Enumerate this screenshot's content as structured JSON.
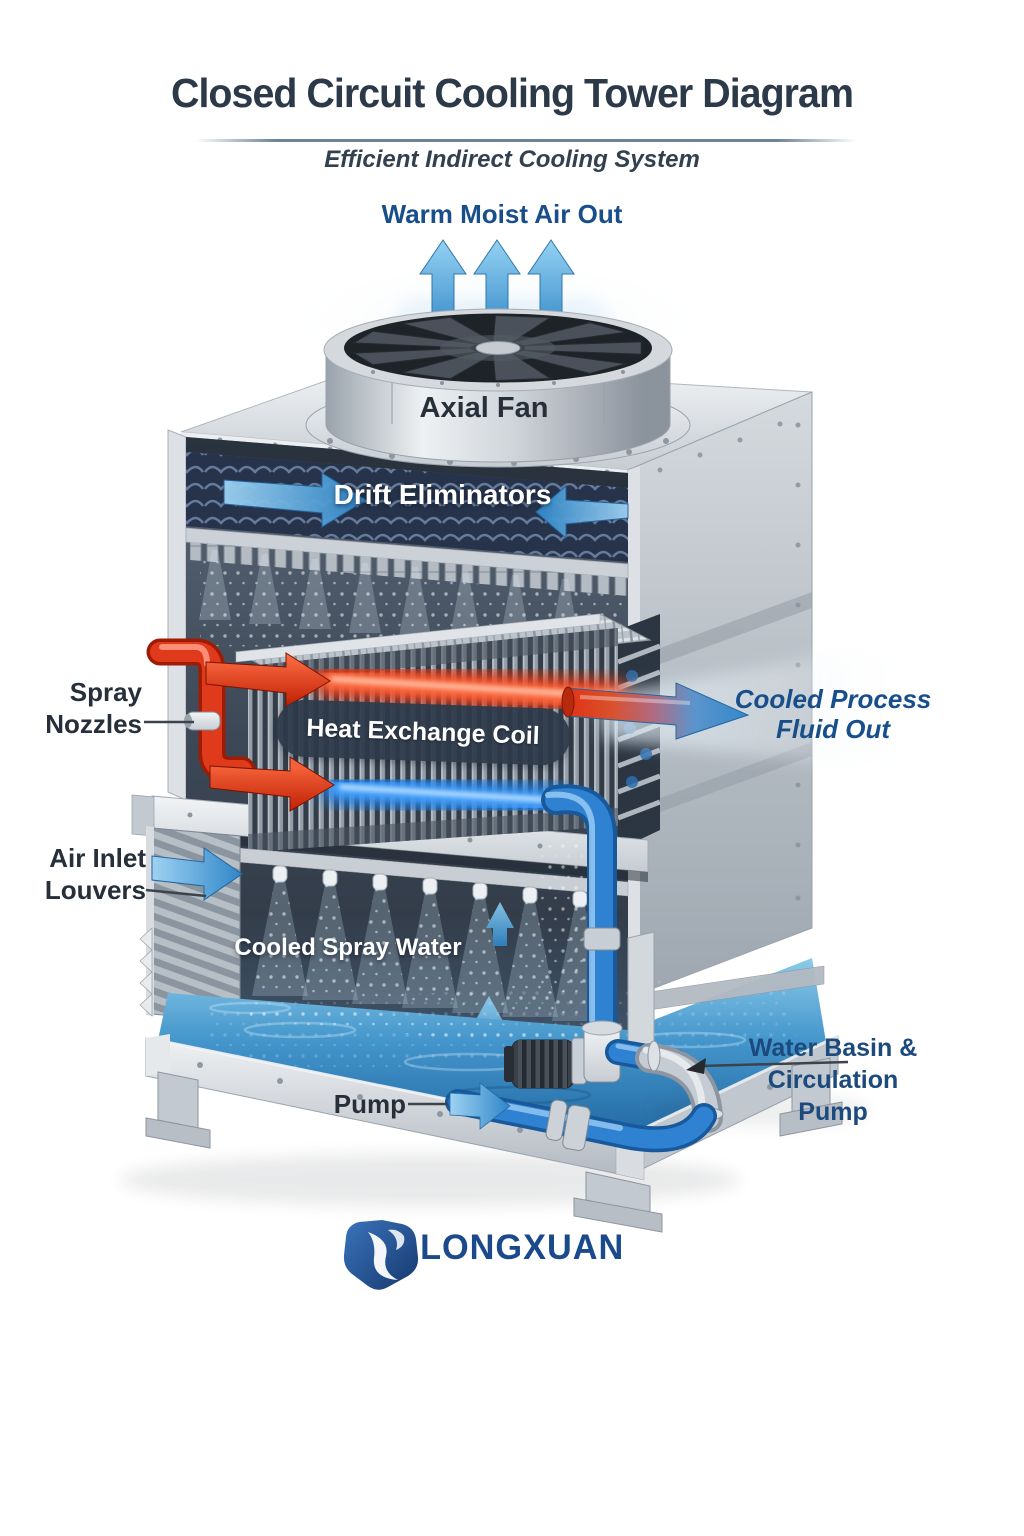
{
  "header": {
    "title": "Closed Circuit Cooling Tower Diagram",
    "subtitle": "Efficient Indirect Cooling System"
  },
  "labels": {
    "warm_air": "Warm Moist Air Out",
    "axial_fan": "Axial Fan",
    "drift_eliminators": "Drift Eliminators",
    "spray_nozzles": "Spray Nozzles",
    "heat_exchange_coil": "Heat Exchange Coil",
    "cooled_process_fluid_out": "Cooled Process Fluid Out",
    "air_inlet_louvers": "Air Inlet Louvers",
    "cooled_spray_water": "Cooled Spray Water",
    "water_basin_pump": "Water Basin & Circulation Pump",
    "pump": "Pump"
  },
  "logo": {
    "name": "LONGXUAN"
  },
  "icons": {
    "warm_air_arrows": "up-arrow-icon",
    "air_in_arrows": "side-arrow-icon",
    "hot_fluid_arrows": "right-arrow-icon",
    "cooled_fluid_arrow": "red-to-blue-arrow-icon",
    "mist_arrows": "up-arrow-icon",
    "pump_arrow": "right-arrow-icon",
    "logo_mark": "wave-hexagon-icon"
  },
  "colors": {
    "title_text": "#2b3948",
    "blue_label": "#184f8b",
    "dark_label": "#262f3a",
    "white_label": "#ffffff",
    "hot_flow_red": "#e0391b",
    "cool_flow_blue": "#2f86c8",
    "water_blue": "#2f7fb9",
    "metal_light": "#d5dade",
    "logo_blue": "#1b4a8c"
  }
}
